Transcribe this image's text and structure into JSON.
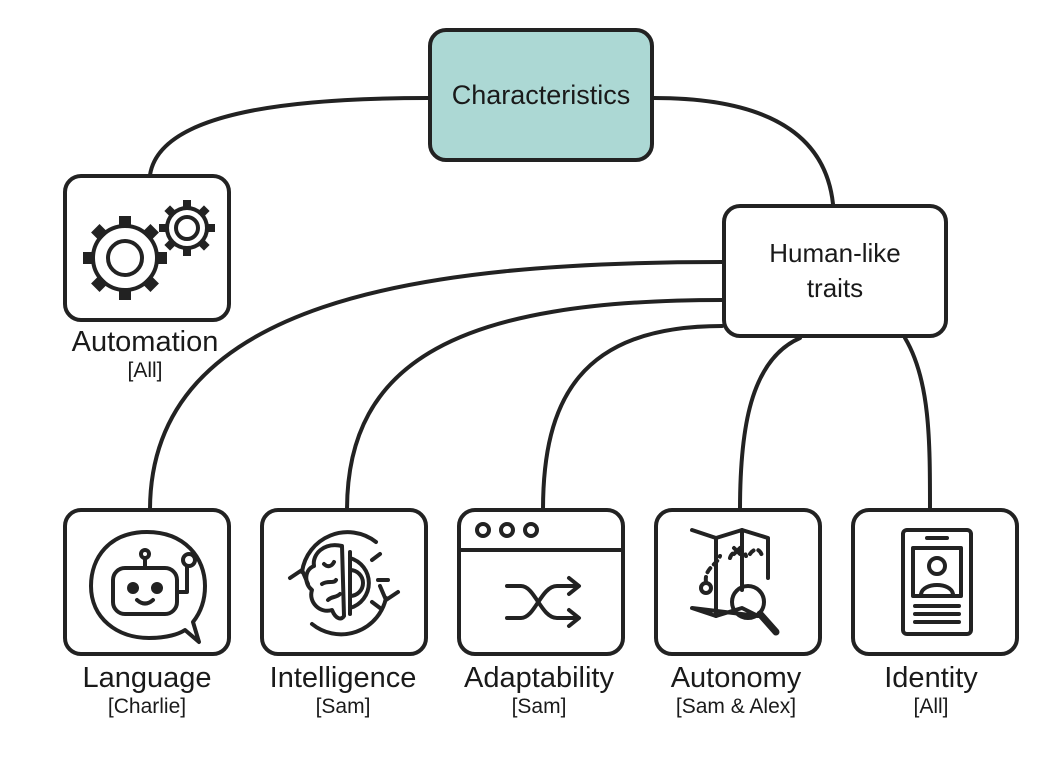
{
  "diagram": {
    "root": {
      "label": "Characteristics",
      "color": "#acd8d4"
    },
    "hub": {
      "label": "Human-like\ntraits"
    },
    "automation": {
      "name": "Automation",
      "who": "[All]",
      "icon": "gears-icon"
    },
    "traits": [
      {
        "name": "Language",
        "who": "[Charlie]",
        "icon": "chatbot-icon"
      },
      {
        "name": "Intelligence",
        "who": "[Sam]",
        "icon": "brain-gear-icon"
      },
      {
        "name": "Adaptability",
        "who": "[Sam]",
        "icon": "shuffle-window-icon"
      },
      {
        "name": "Autonomy",
        "who": "[Sam & Alex]",
        "icon": "map-search-icon"
      },
      {
        "name": "Identity",
        "who": "[All]",
        "icon": "id-badge-icon"
      }
    ]
  }
}
